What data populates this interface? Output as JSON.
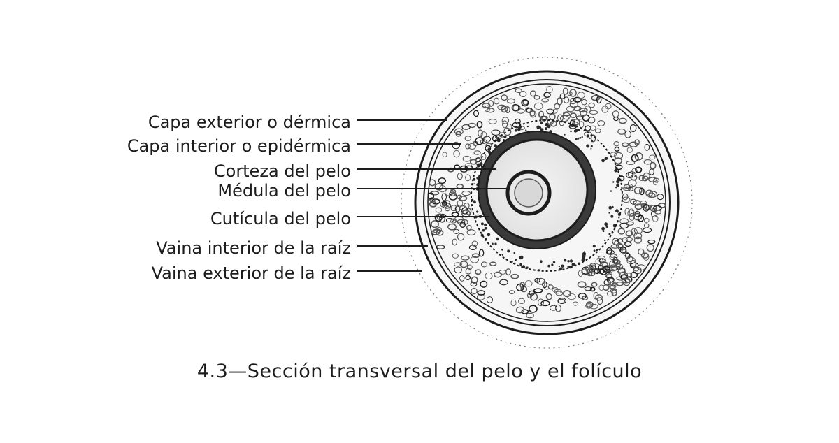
{
  "diagram": {
    "labels": [
      "Capa exterior o dérmica",
      "Capa interior o epidérmica",
      "Corteza del pelo",
      "Médula del pelo",
      "Cutícula del pelo",
      "Vaina interior de la raíz",
      "Vaina exterior de la raíz"
    ]
  },
  "caption": "4.3—Sección transversal del pelo y el folículo",
  "colors": {
    "ink": "#1c1c1c",
    "background": "#ffffff"
  }
}
